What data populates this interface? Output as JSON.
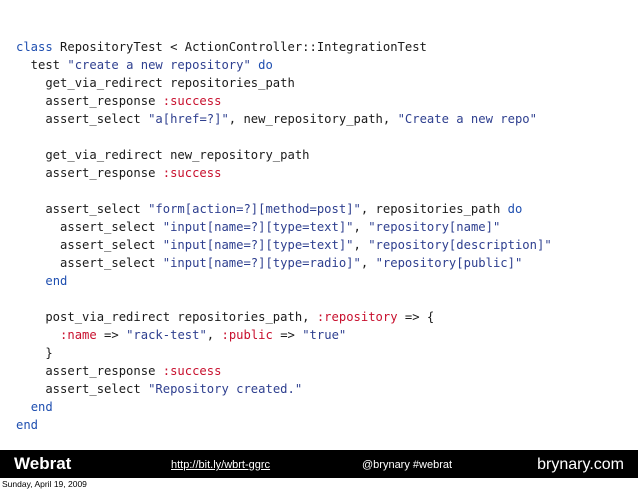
{
  "code": {
    "lines": [
      [
        {
          "t": "class",
          "c": "kw"
        },
        {
          "t": " RepositoryTest < ActionController::IntegrationTest",
          "c": "plain"
        }
      ],
      [
        {
          "t": "  test ",
          "c": "plain"
        },
        {
          "t": "\"create a new repository\"",
          "c": "str"
        },
        {
          "t": " ",
          "c": "plain"
        },
        {
          "t": "do",
          "c": "kw"
        }
      ],
      [
        {
          "t": "    get_via_redirect repositories_path",
          "c": "plain"
        }
      ],
      [
        {
          "t": "    assert_response ",
          "c": "plain"
        },
        {
          "t": ":success",
          "c": "sym"
        }
      ],
      [
        {
          "t": "    assert_select ",
          "c": "plain"
        },
        {
          "t": "\"a[href=?]\"",
          "c": "str"
        },
        {
          "t": ", new_repository_path, ",
          "c": "plain"
        },
        {
          "t": "\"Create a new repo\"",
          "c": "str"
        }
      ],
      [],
      [
        {
          "t": "    get_via_redirect new_repository_path",
          "c": "plain"
        }
      ],
      [
        {
          "t": "    assert_response ",
          "c": "plain"
        },
        {
          "t": ":success",
          "c": "sym"
        }
      ],
      [],
      [
        {
          "t": "    assert_select ",
          "c": "plain"
        },
        {
          "t": "\"form[action=?][method=post]\"",
          "c": "str"
        },
        {
          "t": ", repositories_path ",
          "c": "plain"
        },
        {
          "t": "do",
          "c": "kw"
        }
      ],
      [
        {
          "t": "      assert_select ",
          "c": "plain"
        },
        {
          "t": "\"input[name=?][type=text]\"",
          "c": "str"
        },
        {
          "t": ", ",
          "c": "plain"
        },
        {
          "t": "\"repository[name]\"",
          "c": "str"
        }
      ],
      [
        {
          "t": "      assert_select ",
          "c": "plain"
        },
        {
          "t": "\"input[name=?][type=text]\"",
          "c": "str"
        },
        {
          "t": ", ",
          "c": "plain"
        },
        {
          "t": "\"repository[description]\"",
          "c": "str"
        }
      ],
      [
        {
          "t": "      assert_select ",
          "c": "plain"
        },
        {
          "t": "\"input[name=?][type=radio]\"",
          "c": "str"
        },
        {
          "t": ", ",
          "c": "plain"
        },
        {
          "t": "\"repository[public]\"",
          "c": "str"
        }
      ],
      [
        {
          "t": "    ",
          "c": "plain"
        },
        {
          "t": "end",
          "c": "kw"
        }
      ],
      [],
      [
        {
          "t": "    post_via_redirect repositories_path, ",
          "c": "plain"
        },
        {
          "t": ":repository",
          "c": "sym"
        },
        {
          "t": " => {",
          "c": "plain"
        }
      ],
      [
        {
          "t": "      ",
          "c": "plain"
        },
        {
          "t": ":name",
          "c": "sym"
        },
        {
          "t": " => ",
          "c": "plain"
        },
        {
          "t": "\"rack-test\"",
          "c": "str"
        },
        {
          "t": ", ",
          "c": "plain"
        },
        {
          "t": ":public",
          "c": "sym"
        },
        {
          "t": " => ",
          "c": "plain"
        },
        {
          "t": "\"true\"",
          "c": "str"
        }
      ],
      [
        {
          "t": "    }",
          "c": "plain"
        }
      ],
      [
        {
          "t": "    assert_response ",
          "c": "plain"
        },
        {
          "t": ":success",
          "c": "sym"
        }
      ],
      [
        {
          "t": "    assert_select ",
          "c": "plain"
        },
        {
          "t": "\"Repository created.\"",
          "c": "str"
        }
      ],
      [
        {
          "t": "  ",
          "c": "plain"
        },
        {
          "t": "end",
          "c": "kw"
        }
      ],
      [
        {
          "t": "end",
          "c": "kw"
        }
      ]
    ]
  },
  "footer": {
    "brand": "Webrat",
    "link": "http://bit.ly/wbrt-ggrc",
    "handle": "@brynary #webrat",
    "site": "brynary.com"
  },
  "date_caption": "Sunday, April 19, 2009",
  "colors": {
    "keyword": "#1f4fb0",
    "string": "#2e3f8f",
    "symbol": "#c8102e",
    "footer_bg": "#000000"
  }
}
